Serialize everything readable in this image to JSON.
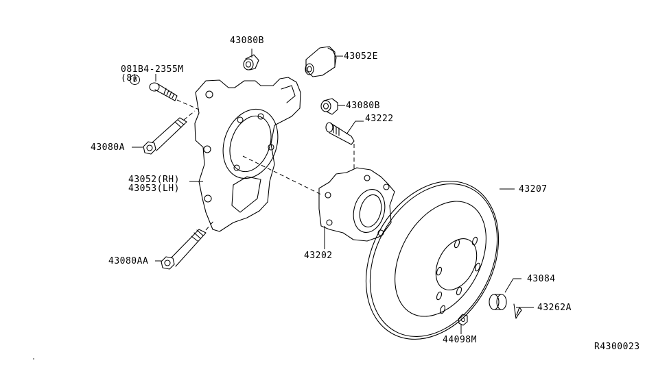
{
  "diagram": {
    "title": "Rear Axle / Knuckle and Hub Assembly",
    "reference_code": "R4300023",
    "parts": [
      {
        "id": "p1",
        "part_no": "43080B",
        "name": "bushing-top"
      },
      {
        "id": "p2",
        "part_no": "43052E",
        "name": "bushing-knuckle"
      },
      {
        "id": "p3",
        "part_no": "43080B",
        "name": "bushing-right"
      },
      {
        "id": "p4",
        "part_no": "43222",
        "name": "hub-bolt"
      },
      {
        "id": "p5",
        "part_no": "081B4-2355M",
        "qty": "(8)",
        "badge": "B",
        "name": "bolt-flange"
      },
      {
        "id": "p6",
        "part_no": "43080A",
        "name": "bolt-upper"
      },
      {
        "id": "p7",
        "part_no": "43052(RH)",
        "part_no_alt": "43053(LH)",
        "name": "knuckle"
      },
      {
        "id": "p8",
        "part_no": "43080AA",
        "name": "bolt-lower"
      },
      {
        "id": "p9",
        "part_no": "43202",
        "name": "hub-assembly"
      },
      {
        "id": "p10",
        "part_no": "43207",
        "name": "brake-rotor"
      },
      {
        "id": "p11",
        "part_no": "43084",
        "name": "hub-cap"
      },
      {
        "id": "p12",
        "part_no": "43262A",
        "name": "cotter-pin"
      },
      {
        "id": "p13",
        "part_no": "44098M",
        "name": "nut"
      }
    ]
  }
}
